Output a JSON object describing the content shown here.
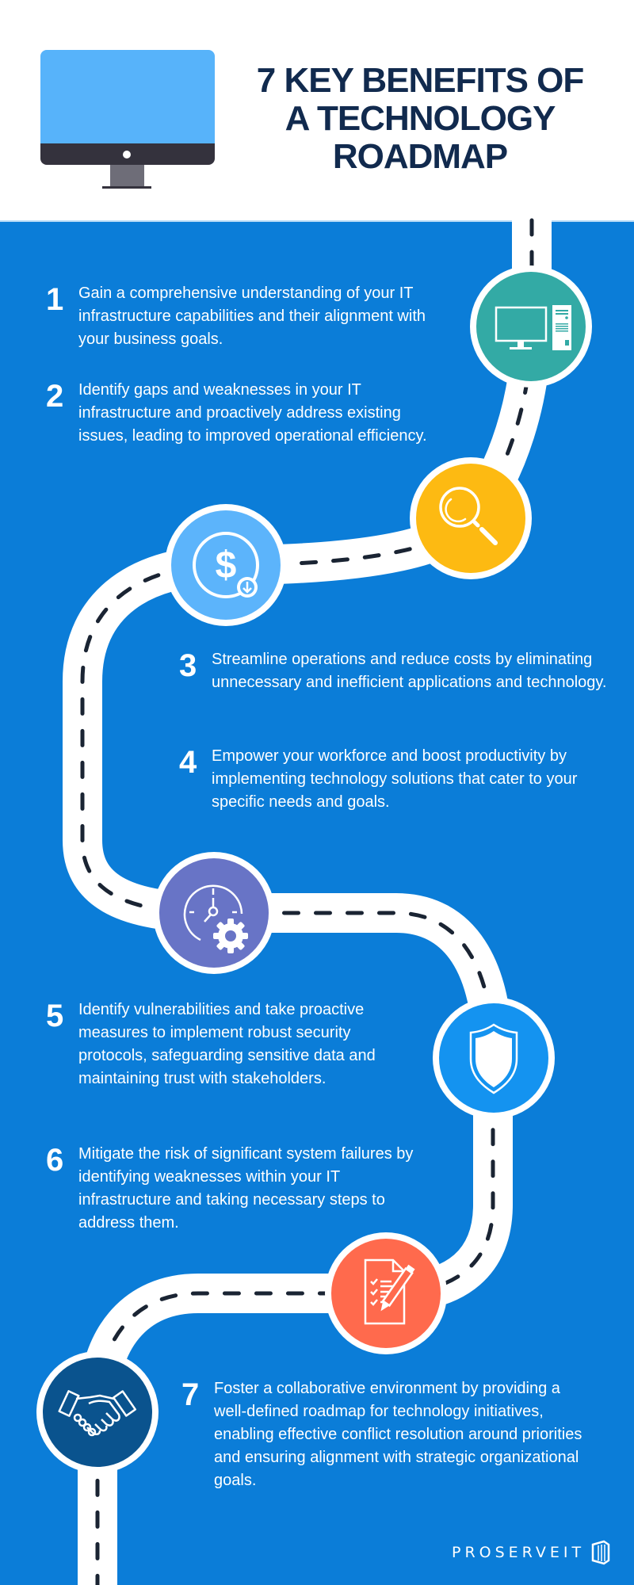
{
  "header": {
    "title_lines": [
      "7 KEY BENEFITS OF",
      "A TECHNOLOGY",
      "ROADMAP"
    ],
    "illustration": "desktop-monitor-icon"
  },
  "colors": {
    "title": "#112a4e",
    "background_blue": "#0b7dd8",
    "road": "#ffffff",
    "road_dash": "#1a2433",
    "node_1": "#33aaa5",
    "node_2": "#fdba12",
    "node_3": "#5cb4fb",
    "node_4": "#6874c6",
    "node_5": "#1493f0",
    "node_6": "#ff6a4d",
    "node_7": "#0a538e"
  },
  "benefits": [
    {
      "number": "1",
      "icon": "computer-icon",
      "text": "Gain a comprehensive understanding of your IT infrastructure capabilities and their alignment with your business goals."
    },
    {
      "number": "2",
      "icon": "magnifier-icon",
      "text": "Identify gaps and weaknesses in your IT infrastructure and proactively address existing issues, leading to improved operational efficiency."
    },
    {
      "number": "3",
      "icon": "cost-reduction-icon",
      "text": "Streamline operations and reduce costs by eliminating unnecessary and inefficient applications and technology."
    },
    {
      "number": "4",
      "icon": "clock-gear-icon",
      "text": "Empower your workforce and boost productivity by implementing technology solutions that cater to your specific needs and goals."
    },
    {
      "number": "5",
      "icon": "shield-icon",
      "text": "Identify vulnerabilities and take proactive measures to implement robust security protocols, safeguarding sensitive data and maintaining trust with stakeholders."
    },
    {
      "number": "6",
      "icon": "checklist-pen-icon",
      "text": "Mitigate the risk of significant system failures by identifying weaknesses within your IT infrastructure and taking necessary steps to address them."
    },
    {
      "number": "7",
      "icon": "handshake-icon",
      "text": "Foster a collaborative environment by providing a well-defined roadmap for technology initiatives, enabling effective conflict resolution around priorities and ensuring alignment with strategic organizational goals."
    }
  ],
  "footer": {
    "logo_text": "PROSERVEIT"
  }
}
